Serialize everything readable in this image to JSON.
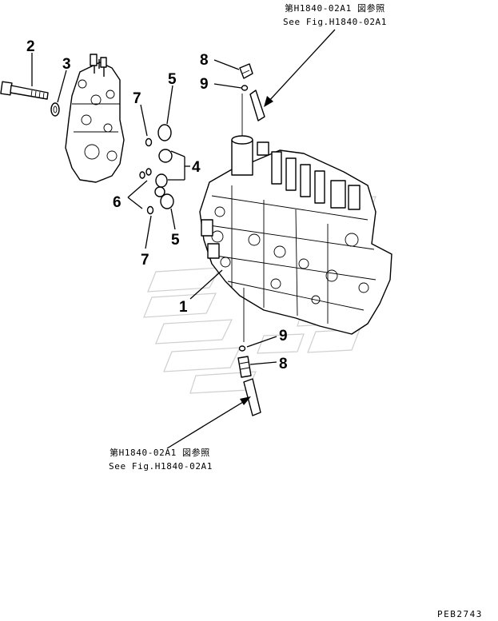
{
  "references": {
    "top": {
      "line_jp": "第H1840-02A1 図参照",
      "line_en": "See Fig.H1840-02A1"
    },
    "bottom": {
      "line_jp": "第H1840-02A1 図参照",
      "line_en": "See Fig.H1840-02A1"
    }
  },
  "callouts": {
    "c1": "1",
    "c2": "2",
    "c3": "3",
    "c4": "4",
    "c5a": "5",
    "c5b": "5",
    "c6": "6",
    "c7a": "7",
    "c7b": "7",
    "c8a": "8",
    "c8b": "8",
    "c9a": "9",
    "c9b": "9"
  },
  "drawing_code": "PEB2743"
}
